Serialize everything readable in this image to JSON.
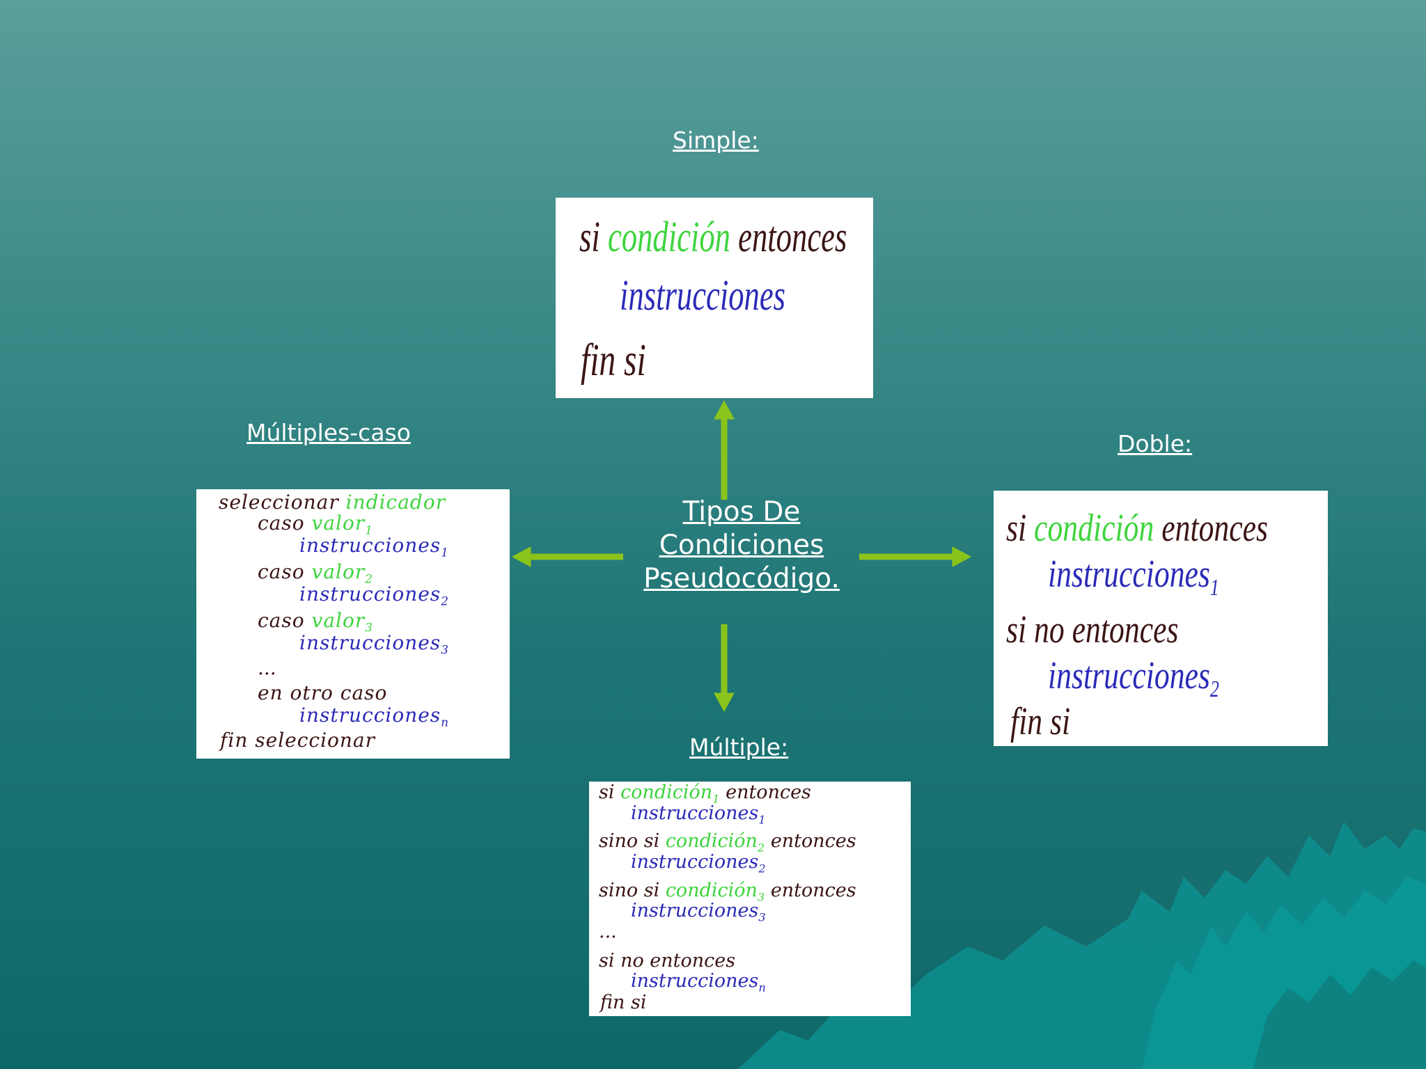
{
  "title_lines": [
    "Tipos De",
    "Condiciones",
    "Pseudocódigo."
  ],
  "labels": {
    "simple": "Simple:",
    "doble": "Doble:",
    "multiple": "Múltiple:",
    "multiples_caso": "Múltiples-caso"
  },
  "simple_box": {
    "line1_kw": "si",
    "line1_cond": "condición",
    "line1_then": "entonces",
    "line2": "instrucciones",
    "line3": "fin si"
  },
  "doble_box": {
    "line1_kw": "si",
    "line1_cond": "condición",
    "line1_then": "entonces",
    "line2": "instrucciones",
    "line2_sub": "1",
    "line3": "si no entonces",
    "line4": "instrucciones",
    "line4_sub": "2",
    "line5": "fin si"
  },
  "multiple_box": {
    "l1_kw": "si",
    "l1_cond": "condición",
    "l1_sub": "1",
    "l1_then": "entonces",
    "l2": "instrucciones",
    "l2_sub": "1",
    "l3_kw": "sino si",
    "l3_cond": "condición",
    "l3_sub": "2",
    "l3_then": "entonces",
    "l4": "instrucciones",
    "l4_sub": "2",
    "l5_kw": "sino si",
    "l5_cond": "condición",
    "l5_sub": "3",
    "l5_then": "entonces",
    "l6": "instrucciones",
    "l6_sub": "3",
    "l7": "...",
    "l8": "si no entonces",
    "l9": "instrucciones",
    "l9_sub": "n",
    "l10": "fin si"
  },
  "caso_box": {
    "l1_kw": "seleccionar",
    "l1_ind": "indicador",
    "l2_kw": "caso",
    "l2_val": "valor",
    "l2_sub": "1",
    "l3": "instrucciones",
    "l3_sub": "1",
    "l4_kw": "caso",
    "l4_val": "valor",
    "l4_sub": "2",
    "l5": "instrucciones",
    "l5_sub": "2",
    "l6_kw": "caso",
    "l6_val": "valor",
    "l6_sub": "3",
    "l7": "instrucciones",
    "l7_sub": "3",
    "l8": "...",
    "l9": "en otro caso",
    "l10": "instrucciones",
    "l10_sub": "n",
    "l11": "fin seleccionar"
  },
  "colors": {
    "arrow": "#8ac41a",
    "keyword": "#3b1414",
    "condition": "#3dd43d",
    "instruction": "#2a2ab8"
  }
}
